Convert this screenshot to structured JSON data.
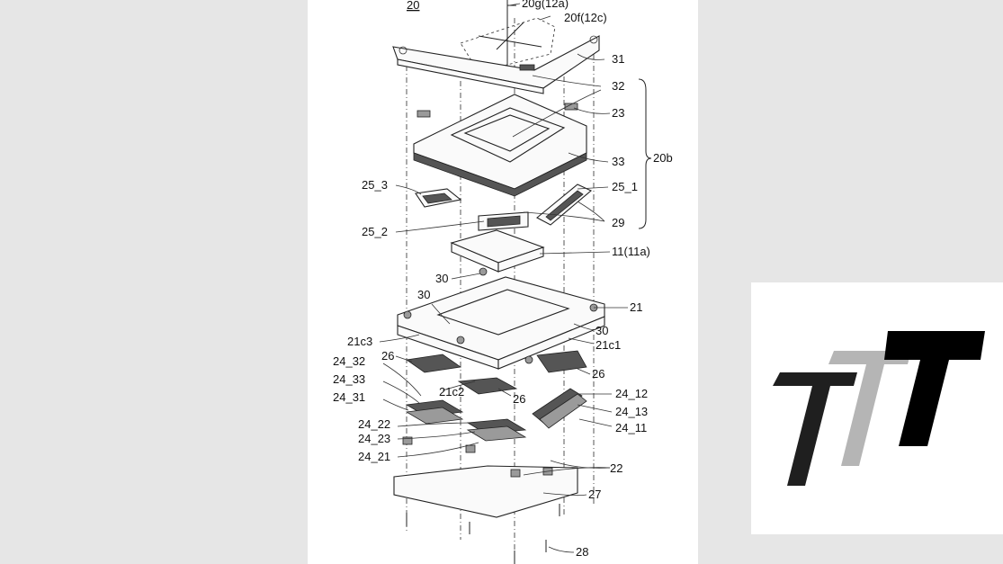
{
  "drawing": {
    "assembly_ref": "20",
    "labels": {
      "l_20g": "20g(12a)",
      "l_20f": "20f(12c)",
      "l_31": "31",
      "l_32": "32",
      "l_23": "23",
      "l_33": "33",
      "l_20b": "20b",
      "l_25_3": "25_3",
      "l_25_1": "25_1",
      "l_29": "29",
      "l_25_2": "25_2",
      "l_11": "11(11a)",
      "l_30a": "30",
      "l_30b": "30",
      "l_30c": "30",
      "l_21": "21",
      "l_21c3": "21c3",
      "l_21c1": "21c1",
      "l_26a": "26",
      "l_26b": "26",
      "l_26c": "26",
      "l_24_32": "24_32",
      "l_24_33": "24_33",
      "l_24_31": "24_31",
      "l_21c2": "21c2",
      "l_24_12": "24_12",
      "l_24_13": "24_13",
      "l_24_11": "24_11",
      "l_24_22": "24_22",
      "l_24_23": "24_23",
      "l_24_21": "24_21",
      "l_22": "22",
      "l_27": "27",
      "l_28": "28"
    }
  },
  "logo": {
    "name": "TTT",
    "colors": {
      "left": "#1f1f1f",
      "middle": "#b5b5b5",
      "right": "#000000"
    }
  }
}
